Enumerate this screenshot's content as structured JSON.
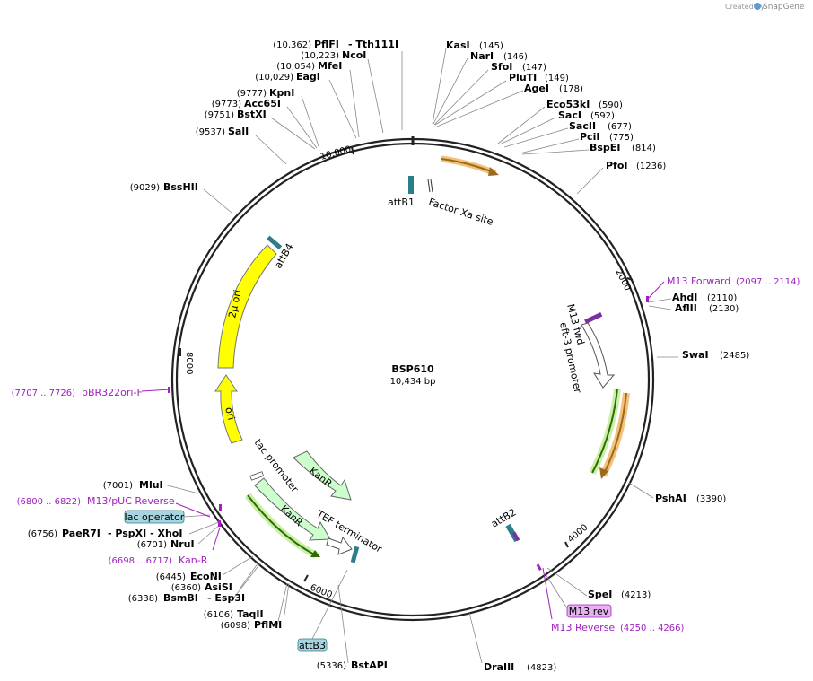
{
  "credit": {
    "created_by": "Created by",
    "brand": "SnapGene"
  },
  "plasmid": {
    "name": "BSP610",
    "size": "10,434 bp"
  },
  "ticks": {
    "t2000": "2000",
    "t4000": "4000",
    "t6000": "6000",
    "t8000": "8000",
    "t10000": "10,000"
  },
  "sites": [
    {
      "name": "PflFI",
      "pos": "(10,362)",
      "extra": "- Tth111I"
    },
    {
      "name": "NcoI",
      "pos": "(10,223)"
    },
    {
      "name": "MfeI",
      "pos": "(10,054)"
    },
    {
      "name": "EagI",
      "pos": "(10,029)"
    },
    {
      "name": "KpnI",
      "pos": "(9777)"
    },
    {
      "name": "Acc65I",
      "pos": "(9773)"
    },
    {
      "name": "BstXI",
      "pos": "(9751)"
    },
    {
      "name": "SalI",
      "pos": "(9537)"
    },
    {
      "name": "BssHII",
      "pos": "(9029)"
    },
    {
      "name": "KasI",
      "pos": "(145)"
    },
    {
      "name": "NarI",
      "pos": "(146)"
    },
    {
      "name": "SfoI",
      "pos": "(147)"
    },
    {
      "name": "PluTI",
      "pos": "(149)"
    },
    {
      "name": "AgeI",
      "pos": "(178)"
    },
    {
      "name": "Eco53kI",
      "pos": "(590)"
    },
    {
      "name": "SacI",
      "pos": "(592)"
    },
    {
      "name": "SacII",
      "pos": "(677)"
    },
    {
      "name": "PciI",
      "pos": "(775)"
    },
    {
      "name": "BspEI",
      "pos": "(814)"
    },
    {
      "name": "PfoI",
      "pos": "(1236)"
    },
    {
      "name": "AhdI",
      "pos": "(2110)"
    },
    {
      "name": "AflII",
      "pos": "(2130)"
    },
    {
      "name": "SwaI",
      "pos": "(2485)"
    },
    {
      "name": "PshAI",
      "pos": "(3390)"
    },
    {
      "name": "SpeI",
      "pos": "(4213)"
    },
    {
      "name": "DraIII",
      "pos": "(4823)"
    },
    {
      "name": "BstAPI",
      "pos": "(5336)"
    },
    {
      "name": "PflMI",
      "pos": "(6098)"
    },
    {
      "name": "TaqII",
      "pos": "(6106)"
    },
    {
      "name": "BsmBI",
      "pos": "(6338)",
      "extra": "- Esp3I"
    },
    {
      "name": "AsiSI",
      "pos": "(6360)"
    },
    {
      "name": "EcoNI",
      "pos": "(6445)"
    },
    {
      "name": "NruI",
      "pos": "(6701)"
    },
    {
      "name": "PaeR7I",
      "pos": "(6756)",
      "extra": "- PspXI   - XhoI"
    },
    {
      "name": "MluI",
      "pos": "(7001)"
    }
  ],
  "primers": [
    {
      "name": "M13 Forward",
      "range": "(2097 .. 2114)"
    },
    {
      "name": "M13 Reverse",
      "range": "(4250 .. 4266)"
    },
    {
      "name": "Kan-R",
      "range": "(6698 .. 6717)"
    },
    {
      "name": "M13/pUC Reverse",
      "range": "(6800 .. 6822)"
    },
    {
      "name": "pBR322ori-F",
      "range": "(7707 .. 7726)"
    }
  ],
  "boxed": {
    "m13rev": "M13 rev",
    "lac_operator": "lac operator",
    "attB3": "attB3"
  },
  "features": {
    "attB1": "attB1",
    "factor_xa": "Factor Xa site",
    "m13_fwd": "M13 fwd",
    "eft3": "eft-3 promoter",
    "attB2": "attB2",
    "attB4": "attB4",
    "two_micron": "2μ ori",
    "ori": "ori",
    "tac": "tac promoter",
    "kanR1": "KanR",
    "kanR2": "KanR",
    "tef": "TEF terminator"
  },
  "colors": {
    "backbone": "#222222",
    "primer": "#a020c0",
    "yellow": "#ffff00",
    "kan": "#ccffcc",
    "orange": "#f5a623",
    "green": "#2e8b00",
    "teal": "#2a7f8a",
    "box": "#a8d4e0"
  }
}
